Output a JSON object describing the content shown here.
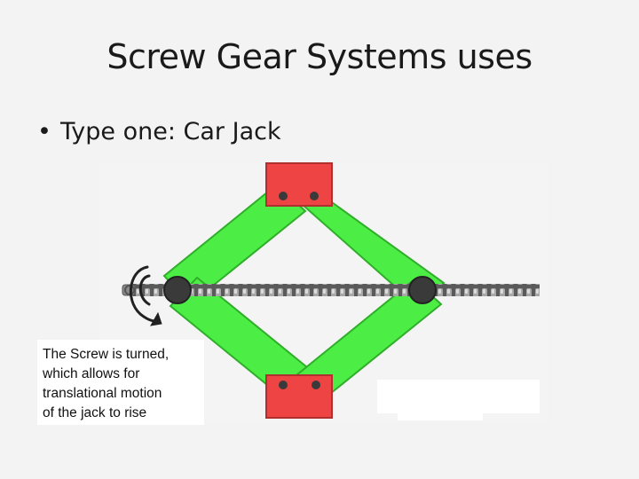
{
  "slide": {
    "title": "Screw Gear Systems uses",
    "bullet_marker": "•",
    "bullet_text": "Type one: Car Jack",
    "caption_lines": [
      "The Screw is turned,",
      "which allows for",
      "translational motion",
      "of the jack to rise"
    ]
  },
  "colors": {
    "background": "#f3f3f3",
    "arm_green": "#4cee45",
    "pad_red": "#ee4444",
    "pivot_dark": "#3a3a3a",
    "screw_gray": "#6b6b6b"
  },
  "icons": [
    "rotation-arrow-icon"
  ]
}
